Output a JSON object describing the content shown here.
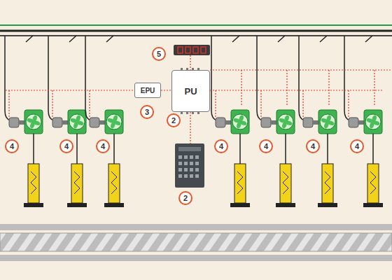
{
  "diagram": {
    "nodes": [
      {
        "text": [
          "EPU"
        ]
      },
      {
        "text": [
          "PU"
        ]
      }
    ],
    "edges": [
      {
        "from": 0,
        "to": 1,
        "arrow": "none"
      }
    ],
    "labels": [
      "5",
      "3",
      "2",
      "4",
      "4",
      "4",
      "4",
      "4",
      "4",
      "4",
      "2"
    ]
  }
}
